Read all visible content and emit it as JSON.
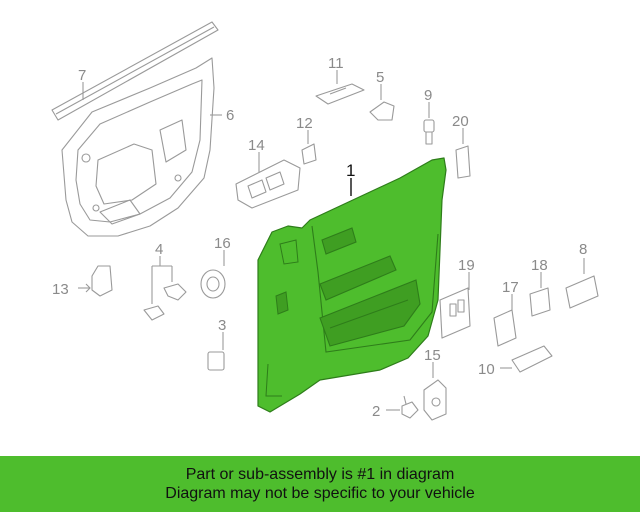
{
  "diagram": {
    "highlight_color": "#4ebd2d",
    "highlighted_part": "1",
    "callouts": [
      "1",
      "2",
      "3",
      "4",
      "5",
      "6",
      "7",
      "8",
      "9",
      "10",
      "11",
      "12",
      "13",
      "14",
      "15",
      "16",
      "17",
      "18",
      "19",
      "20"
    ]
  },
  "banner": {
    "line1": "Part or sub-assembly is #1 in diagram",
    "line2": "Diagram may not be specific to your vehicle",
    "background": "#4ebd2d"
  }
}
